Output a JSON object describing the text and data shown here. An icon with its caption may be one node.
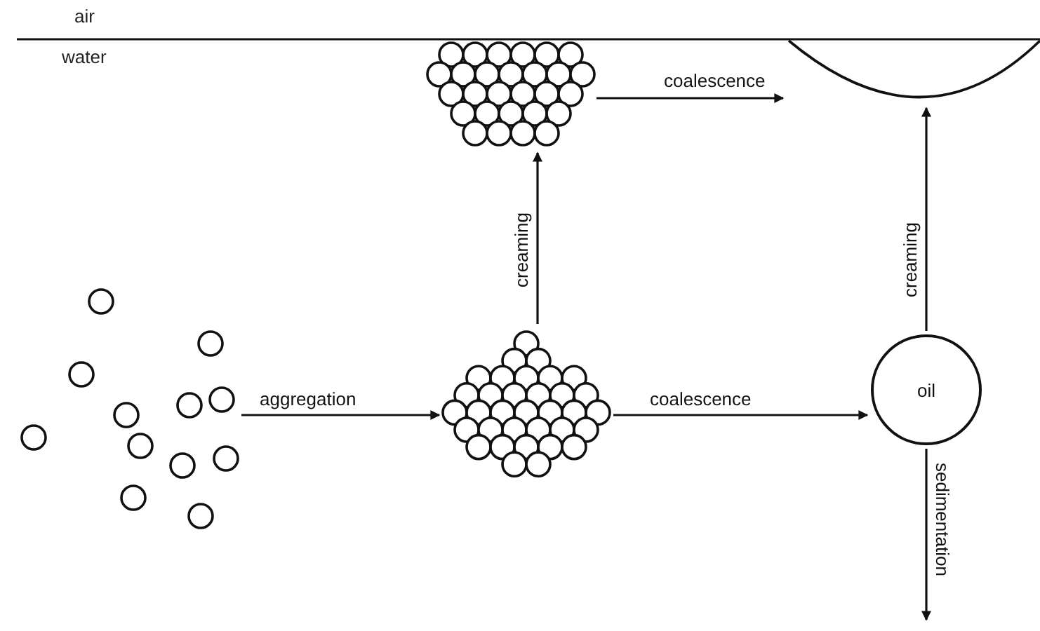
{
  "diagram": {
    "nodes": [
      {
        "text": [],
        "shape": "picture"
      },
      {
        "text": [],
        "shape": "picture"
      },
      {
        "text": [],
        "shape": "picture"
      },
      {
        "text": [
          "oil"
        ]
      },
      {
        "text": [],
        "shape": "picture"
      }
    ],
    "edges": [
      {
        "from": 0,
        "to": 1,
        "arrow": "to",
        "label": "aggregation"
      },
      {
        "from": 1,
        "to": 2,
        "arrow": "to",
        "label": "creaming"
      },
      {
        "from": 1,
        "to": 3,
        "arrow": "to",
        "label": "coalescence"
      },
      {
        "from": 2,
        "to": 4,
        "arrow": "to",
        "label": "coalescence"
      },
      {
        "from": 3,
        "to": 4,
        "arrow": "to",
        "label": "creaming"
      },
      {
        "from": 3,
        "to": null,
        "arrow": "to",
        "label": "sedimentation"
      }
    ],
    "labels": [
      "air",
      "water"
    ]
  }
}
